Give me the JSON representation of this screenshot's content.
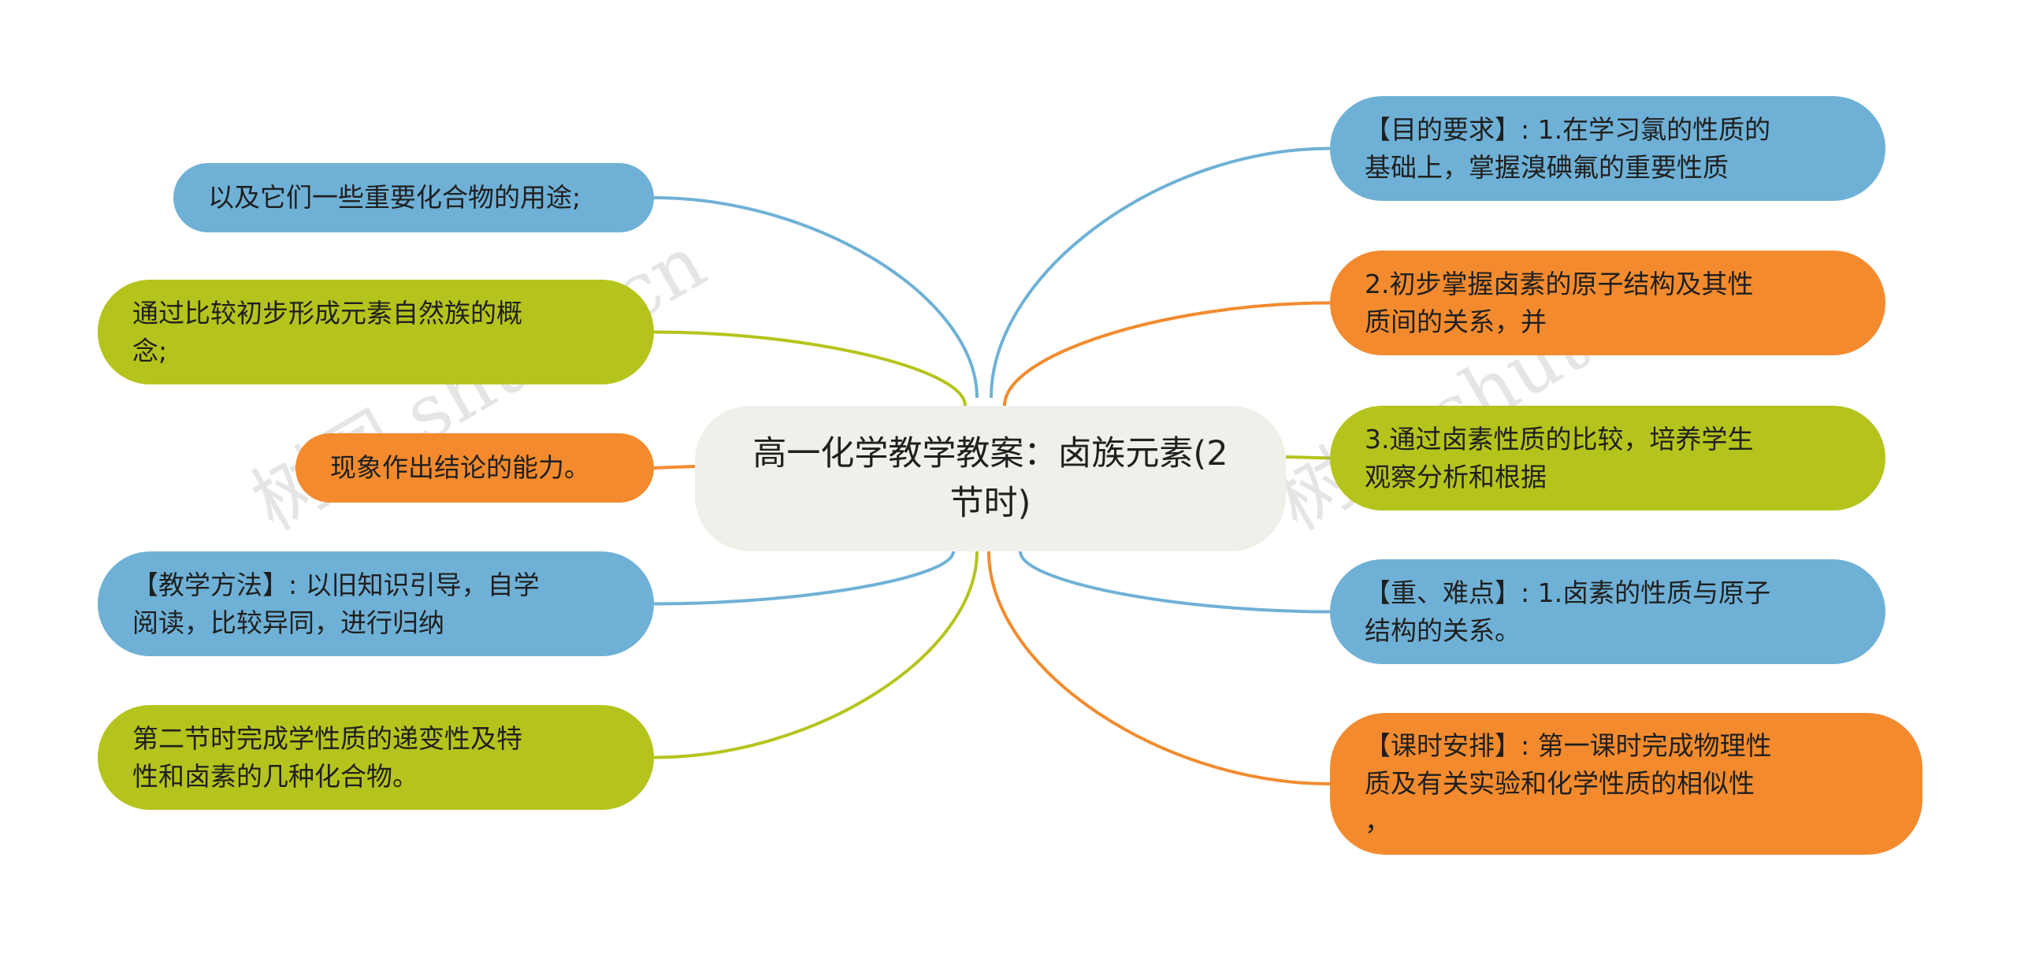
{
  "center": {
    "title": "高一化学教学教案：卤族元素(2节时)"
  },
  "left_nodes": [
    {
      "text": "以及它们一些重要化合物的用途;",
      "color": "#6fb1d6"
    },
    {
      "text": "通过比较初步形成元素自然族的概\n念;",
      "color": "#b5c41c"
    },
    {
      "text": "现象作出结论的能力。",
      "color": "#f38b2e"
    },
    {
      "text": "【教学方法】: 以旧知识引导，自学\n阅读，比较异同，进行归纳",
      "color": "#6fb1d6"
    },
    {
      "text": "第二节时完成学性质的递变性及特\n性和卤素的几种化合物。",
      "color": "#b5c41c"
    }
  ],
  "right_nodes": [
    {
      "text": "【目的要求】: 1.在学习氯的性质的\n基础上，掌握溴碘氟的重要性质",
      "color": "#6fb1d6"
    },
    {
      "text": "2.初步掌握卤素的原子结构及其性\n质间的关系，并",
      "color": "#f38b2e"
    },
    {
      "text": "3.通过卤素性质的比较，培养学生\n观察分析和根据",
      "color": "#b5c41c"
    },
    {
      "text": "【重、难点】: 1.卤素的性质与原子\n结构的关系。",
      "color": "#6fb1d6"
    },
    {
      "text": "【课时安排】: 第一课时完成物理性\n质及有关实验和化学性质的相似性\n，",
      "color": "#f38b2e"
    }
  ],
  "watermarks": [
    "树图 shutu.cn",
    "树图 shutu.cn"
  ]
}
